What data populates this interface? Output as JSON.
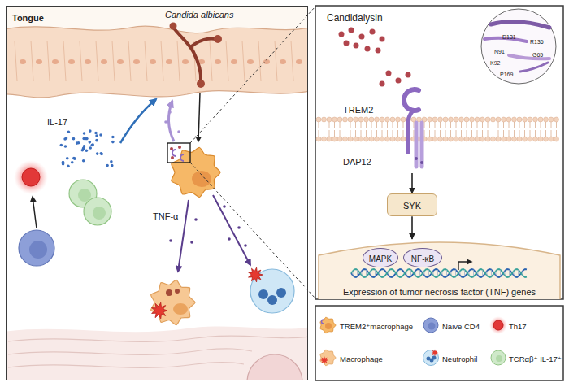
{
  "diagram": {
    "nodes": [
      {
        "text": [
          "Tongue"
        ]
      },
      {
        "text": [
          "TREM2",
          "DAP12"
        ]
      },
      {
        "text": [
          "SYK"
        ]
      },
      {
        "text": [
          "Expression of tumor necrosis factor (TNF) genes"
        ]
      },
      {
        "text": [
          "MAPK"
        ],
        "in": 3
      },
      {
        "text": [
          "NF-κB"
        ],
        "in": 3
      }
    ],
    "edges": [
      {
        "from": 1,
        "to": 2,
        "arrow": "to"
      },
      {
        "from": 2,
        "to": 3,
        "arrow": "to"
      }
    ],
    "labels": [
      "Candida albicans",
      "IL-17",
      "TNF-α",
      "Candidalysin",
      "D131",
      "R136",
      "N91",
      "G65",
      "K92",
      "P169"
    ],
    "legend": [
      {
        "text": "TREM2⁺macrophage"
      },
      {
        "text": "Naive CD4"
      },
      {
        "text": "Th17"
      },
      {
        "text": "Macrophage"
      },
      {
        "text": "Neutrophil"
      },
      {
        "text": "TCRαβ⁺ IL-17⁺"
      }
    ]
  }
}
